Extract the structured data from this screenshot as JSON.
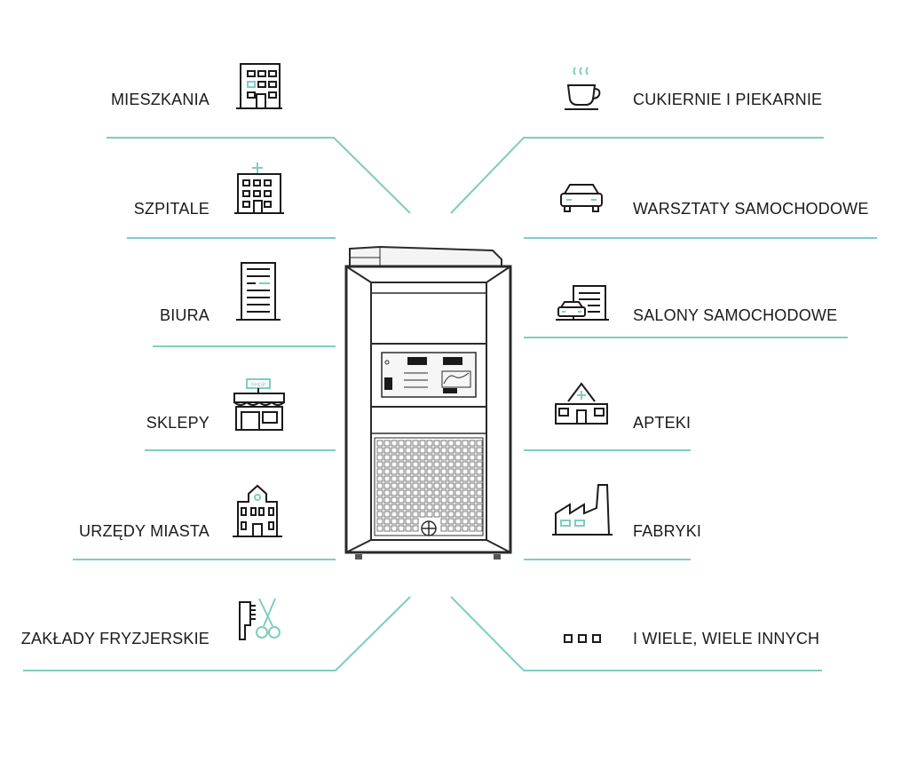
{
  "colors": {
    "accent": "#7fcdbf",
    "ink": "#1a1a1a"
  },
  "left_items": [
    {
      "label": "MIESZKANIA",
      "icon": "apartment-building-icon"
    },
    {
      "label": "SZPITALE",
      "icon": "hospital-icon"
    },
    {
      "label": "BIURA",
      "icon": "office-tower-icon"
    },
    {
      "label": "SKLEPY",
      "icon": "shop-icon"
    },
    {
      "label": "URZĘDY MIASTA",
      "icon": "town-hall-icon"
    },
    {
      "label": "ZAKŁADY FRYZJERSKIE",
      "icon": "comb-scissors-icon"
    }
  ],
  "right_items": [
    {
      "label": "CUKIERNIE I PIEKARNIE",
      "icon": "coffee-cup-icon"
    },
    {
      "label": "WARSZTATY SAMOCHODOWE",
      "icon": "car-icon"
    },
    {
      "label": "SALONY SAMOCHODOWE",
      "icon": "car-dealership-icon"
    },
    {
      "label": "APTEKI",
      "icon": "pharmacy-icon"
    },
    {
      "label": "FABRYKI",
      "icon": "factory-icon"
    },
    {
      "label": "I WIELE, WIELE INNYCH",
      "icon": "more-dots-icon"
    }
  ],
  "device": {
    "icon": "ozone-generator-device-icon",
    "shop_sign": "SHOP"
  }
}
